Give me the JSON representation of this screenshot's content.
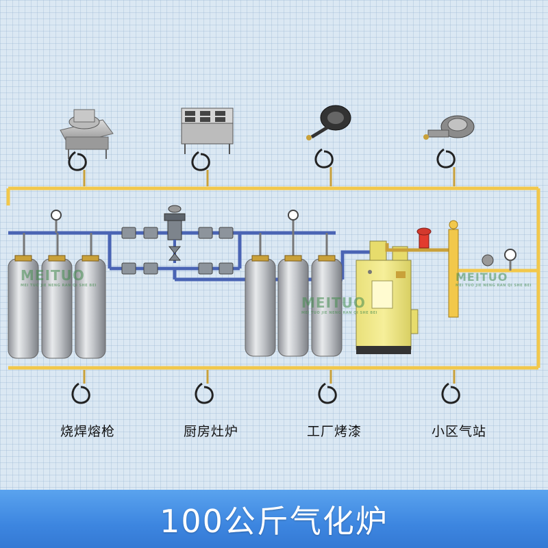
{
  "banner": {
    "title": "100公斤气化炉"
  },
  "labels": [
    "烧焊熔枪",
    "厨房灶炉",
    "工厂烤漆",
    "小区气站"
  ],
  "watermark": {
    "brand": "MEITUO",
    "sub": "MEI TUO JIE NENG RAN QI SHE BEI",
    "cabinet_badge": "MEITUO"
  },
  "colors": {
    "gas_pipe": "#f2c84b",
    "liquid_pipe": "#4a64b4",
    "cylinder": "#c9ccd0",
    "vaporizer": "#f1ea84",
    "banner": "#3d86e0"
  },
  "icons": {
    "top": [
      "wok-stove-icon",
      "multi-burner-range-icon",
      "gas-burner-icon",
      "gas-burner-head-icon"
    ],
    "bottom": [
      "hose-coil-icon",
      "hose-coil-icon",
      "hose-coil-icon",
      "hose-coil-icon"
    ]
  }
}
